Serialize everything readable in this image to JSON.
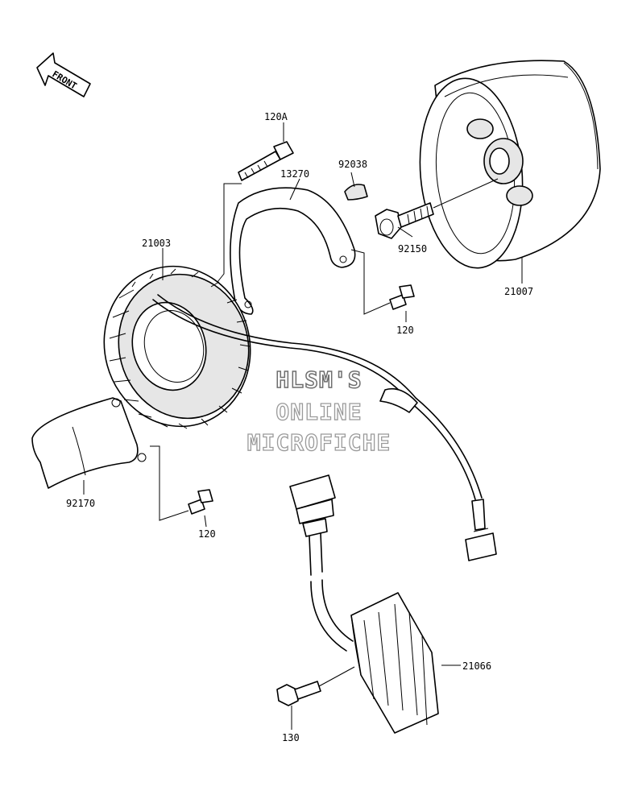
{
  "front_arrow": {
    "label": "FRONT"
  },
  "watermark": {
    "line1": "HLSM'S",
    "line2": "ONLINE",
    "line3": "MICROFICHE"
  },
  "parts": {
    "p120A": "120A",
    "p13270": "13270",
    "p92038": "92038",
    "p21003": "21003",
    "p92150": "92150",
    "p21007": "21007",
    "p120_upper": "120",
    "p92170": "92170",
    "p120_lower": "120",
    "p21066": "21066",
    "p130": "130"
  }
}
